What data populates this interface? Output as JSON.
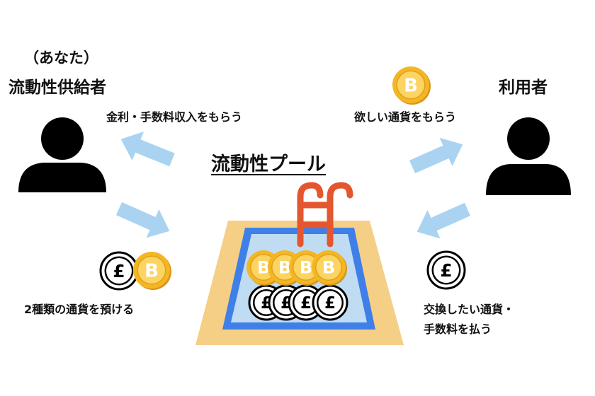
{
  "provider": {
    "paren": "（あなた）",
    "role": "流動性供給者",
    "receive": "金利・手数料収入をもらう",
    "deposit": "2種類の通貨を預ける"
  },
  "user": {
    "role": "利用者",
    "receive": "欲しい通貨をもらう",
    "pay_line1": "交換したい通貨・",
    "pay_line2": "手数料を払う"
  },
  "pool": {
    "title": "流動性プール",
    "btc_symbol": "B",
    "gbp_symbol": "£"
  },
  "colors": {
    "arrow": "#a9d3f1",
    "pool_deck": "#f6cf86",
    "pool_border": "#3f7fe8",
    "pool_water": "#bfdcf3",
    "ladder": "#e4562f",
    "coin": "#f4b623",
    "coin_inner": "#fbd461",
    "person": "#000000"
  }
}
